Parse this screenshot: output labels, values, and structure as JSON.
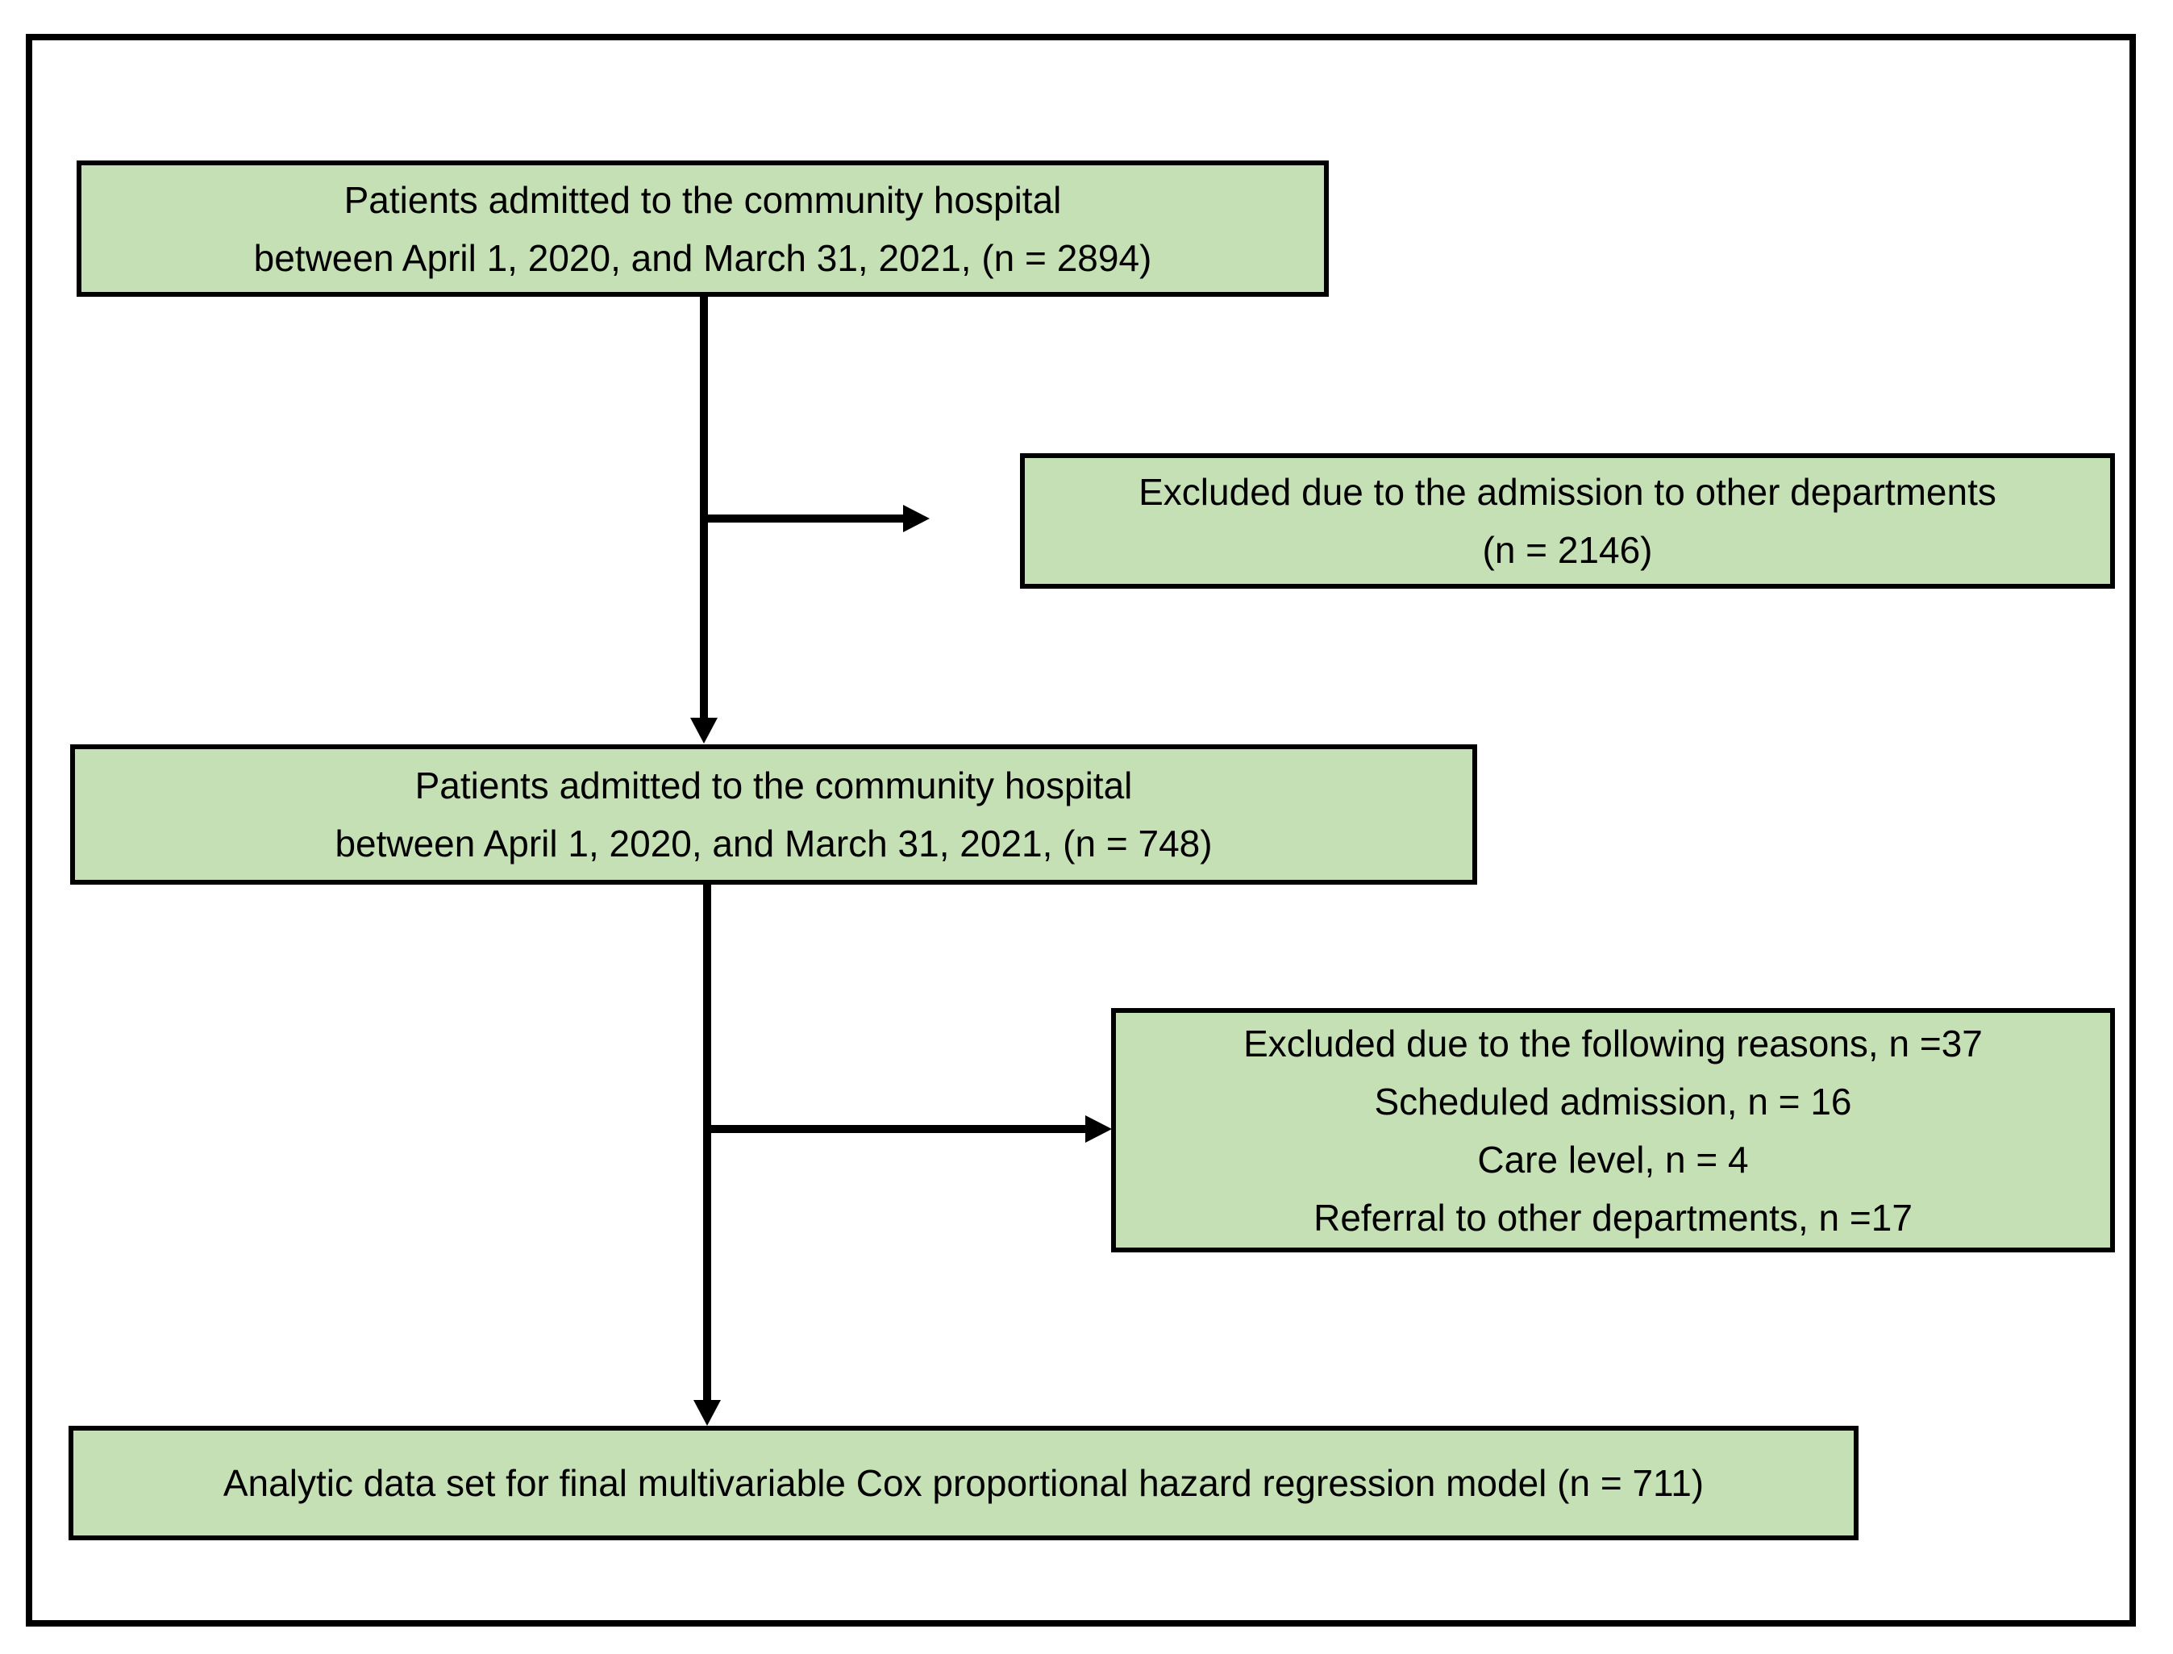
{
  "diagram": {
    "type": "patient-flow-flowchart",
    "background_color": "#ffffff",
    "box_fill_color": "#c5e0b4",
    "box_border_color": "#000000",
    "line_color": "#000000",
    "boxes": [
      {
        "id": "admitted-initial",
        "lines": [
          "Patients admitted to the community hospital",
          "between April 1, 2020, and March 31, 2021, (n = 2894)"
        ]
      },
      {
        "id": "excluded-departments",
        "lines": [
          "Excluded due to the admission to other departments",
          "(n = 2146)"
        ]
      },
      {
        "id": "admitted-filtered",
        "lines": [
          "Patients admitted to the community hospital",
          "between April 1, 2020, and March 31, 2021, (n = 748)"
        ]
      },
      {
        "id": "excluded-reasons",
        "lines": [
          "Excluded due to the following reasons, n =37",
          "Scheduled admission, n = 16",
          "Care level, n = 4",
          "Referral to other departments, n =17"
        ]
      },
      {
        "id": "analytic-dataset",
        "lines": [
          "Analytic data set for final multivariable Cox proportional hazard regression model (n = 711)"
        ]
      }
    ],
    "counts": {
      "initial_admitted": 2894,
      "excluded_other_departments": 2146,
      "after_exclusion": 748,
      "excluded_reasons_total": 37,
      "scheduled_admission": 16,
      "care_level": 4,
      "referral_other_departments": 17,
      "final_analytic_set": 711
    }
  }
}
